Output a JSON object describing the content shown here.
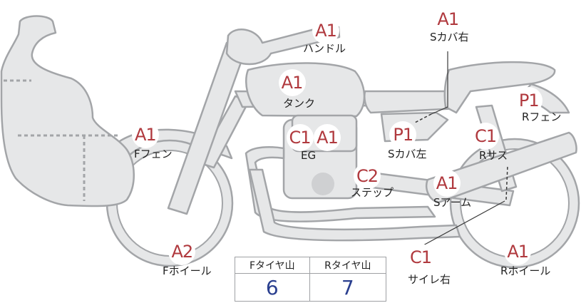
{
  "callouts": [
    {
      "id": "handle",
      "grade": "A1",
      "label": "ハンドル"
    },
    {
      "id": "s-cover-right",
      "grade": "A1",
      "label": "Sカバ右"
    },
    {
      "id": "tank",
      "grade": "A1",
      "label": "タンク"
    },
    {
      "id": "r-fender",
      "grade": "P1",
      "label": "Rフェン"
    },
    {
      "id": "f-fender",
      "grade": "A1",
      "label": "Fフェン"
    },
    {
      "id": "eg",
      "grade": "C1",
      "label": "EG"
    },
    {
      "id": "eg-2",
      "grade": "A1",
      "label": ""
    },
    {
      "id": "s-cover-left",
      "grade": "P1",
      "label": "Sカバ左"
    },
    {
      "id": "r-suspension",
      "grade": "C1",
      "label": "Rサス"
    },
    {
      "id": "step",
      "grade": "C2",
      "label": "ステップ"
    },
    {
      "id": "swing-arm",
      "grade": "A1",
      "label": "Sアーム"
    },
    {
      "id": "f-wheel",
      "grade": "A2",
      "label": "Fホイール"
    },
    {
      "id": "silencer-right",
      "grade": "C1",
      "label": "サイレ右"
    },
    {
      "id": "r-wheel",
      "grade": "A1",
      "label": "Rホイール"
    }
  ],
  "tread": {
    "front_header": "Fタイヤ山",
    "rear_header": "Rタイヤ山",
    "front_value": "6",
    "rear_value": "7"
  },
  "colors": {
    "grade_text": "#b0393e",
    "tread_value": "#2a3f8f",
    "bike_fill": "#e6e7e8",
    "bike_outline": "#a3a5a8"
  }
}
